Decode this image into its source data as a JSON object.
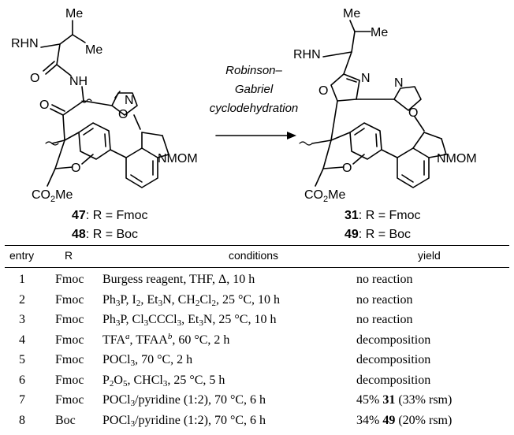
{
  "scheme": {
    "reagent_line1": "Robinson–",
    "reagent_line2": "Gabriel",
    "reagent_line3": "cyclodehydration",
    "start_labels": [
      {
        "number": "47",
        "rest": ": R = Fmoc"
      },
      {
        "number": "48",
        "rest": ": R = Boc"
      }
    ],
    "product_labels": [
      {
        "number": "31",
        "rest": ": R = Fmoc"
      },
      {
        "number": "49",
        "rest": ": R = Boc"
      }
    ],
    "atoms": {
      "me": "Me",
      "rhn": "RHN",
      "o": "O",
      "n": "N",
      "nh": "NH",
      "co2me": "CO",
      "co2me_sub": "2",
      "co2me_tail": "Me",
      "nmom": "NMOM"
    }
  },
  "table": {
    "headers": {
      "entry": "entry",
      "r": "R",
      "conditions": "conditions",
      "yield": "yield"
    },
    "rows": [
      {
        "entry": "1",
        "r": "Fmoc",
        "conditions_html": "Burgess reagent, THF, Δ, 10 h",
        "yield_html": "no reaction"
      },
      {
        "entry": "2",
        "r": "Fmoc",
        "conditions_html": "Ph<sub>3</sub>P, I<sub>2</sub>, Et<sub>3</sub>N, CH<sub>2</sub>Cl<sub>2</sub>, 25 °C, 10 h",
        "yield_html": "no reaction"
      },
      {
        "entry": "3",
        "r": "Fmoc",
        "conditions_html": "Ph<sub>3</sub>P, Cl<sub>3</sub>CCCl<sub>3</sub>, Et<sub>3</sub>N, 25 °C, 10 h",
        "yield_html": "no reaction"
      },
      {
        "entry": "4",
        "r": "Fmoc",
        "conditions_html": "TFA<sup>a</sup>, TFAA<sup>b</sup>, 60 °C, 2 h",
        "yield_html": "decomposition"
      },
      {
        "entry": "5",
        "r": "Fmoc",
        "conditions_html": "POCl<sub>3</sub>, 70 °C, 2 h",
        "yield_html": "decomposition"
      },
      {
        "entry": "6",
        "r": "Fmoc",
        "conditions_html": "P<sub>2</sub>O<sub>5</sub>, CHCl<sub>3</sub>, 25 °C, 5 h",
        "yield_html": "decomposition"
      },
      {
        "entry": "7",
        "r": "Fmoc",
        "conditions_html": "POCl<sub>3</sub>/pyridine (1:2), 70 °C, 6 h",
        "yield_html": "45% <b>31</b> (33% rsm)"
      },
      {
        "entry": "8",
        "r": "Boc",
        "conditions_html": "POCl<sub>3</sub>/pyridine (1:2), 70 °C, 6 h",
        "yield_html": "34% <b>49</b> (20% rsm)"
      }
    ]
  }
}
